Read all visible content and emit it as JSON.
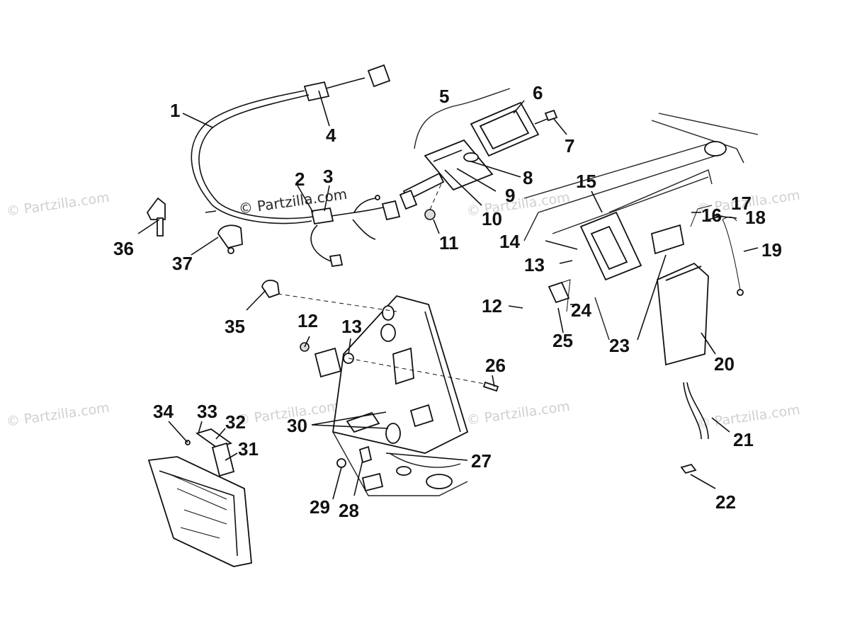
{
  "watermark": {
    "text": "© Partzilla.com",
    "center_text": "© Partzilla.com"
  },
  "callouts": {
    "c1": "1",
    "c2": "2",
    "c3": "3",
    "c4": "4",
    "c5": "5",
    "c6": "6",
    "c7": "7",
    "c8": "8",
    "c9": "9",
    "c10": "10",
    "c11": "11",
    "c12a": "12",
    "c12b": "12",
    "c13a": "13",
    "c13b": "13",
    "c14": "14",
    "c15": "15",
    "c16": "16",
    "c17": "17",
    "c18": "18",
    "c19": "19",
    "c20": "20",
    "c21": "21",
    "c22": "22",
    "c23": "23",
    "c24": "24",
    "c25": "25",
    "c26": "26",
    "c27": "27",
    "c28": "28",
    "c29": "29",
    "c30": "30",
    "c31": "31",
    "c32": "32",
    "c33": "33",
    "c34": "34",
    "c35": "35",
    "c36": "36",
    "c37": "37"
  }
}
